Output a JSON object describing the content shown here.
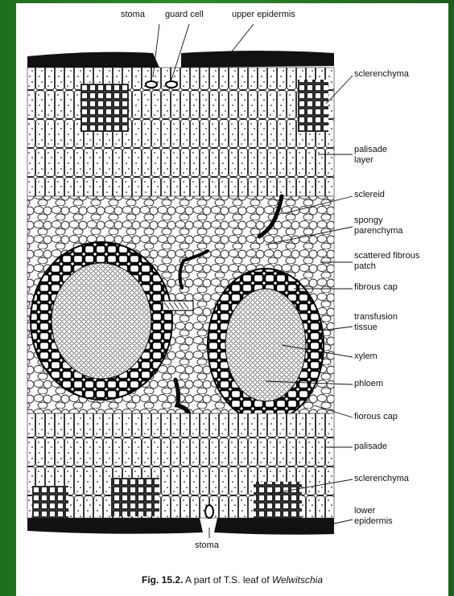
{
  "labels": {
    "stoma_top": "stoma",
    "guard_cell": "guard cell",
    "upper_epidermis": "upper epidermis",
    "sclerenchyma_top": "sclerenchyma",
    "palisade_layer": "palisade\nlayer",
    "sclereid": "sclereid",
    "spongy_parenchyma": "spongy\nparenchyma",
    "scattered_fibrous_patch": "scattered fibrous\npatch",
    "fibrous_cap_top": "fibrous cap",
    "transfusion_tissue": "transfusion\ntissue",
    "xylem": "xylem",
    "phloem": "phloem",
    "fibrous_cap_bottom": "fiorous cap",
    "palisade": "palisade",
    "sclerenchyma_bottom": "sclerenchyma",
    "lower_epidermis": "lower\nepidermis",
    "stoma_bottom": "stoma"
  },
  "caption": {
    "fig_number": "Fig. 15.2.",
    "text": " A part of T.S. leaf of ",
    "species": "Welwitschia"
  },
  "colors": {
    "background": "#2e8a2a",
    "panel": "#ffffff",
    "ink": "#111111"
  }
}
